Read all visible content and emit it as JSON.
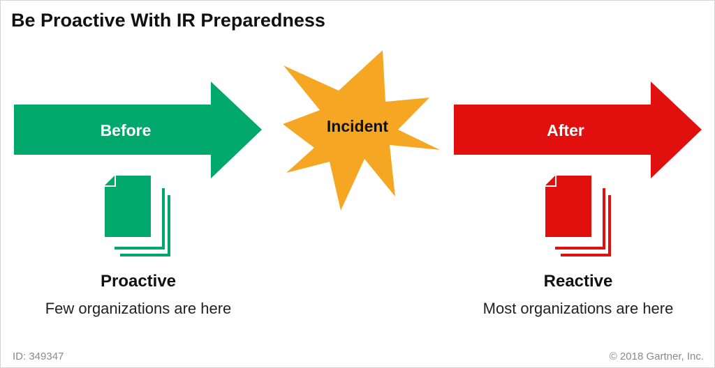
{
  "title": "Be Proactive With IR Preparedness",
  "before": {
    "label": "Before",
    "color": "#00a86b",
    "heading": "Proactive",
    "caption": "Few organizations are here",
    "icon": "document-stack-icon"
  },
  "incident": {
    "label": "Incident",
    "color": "#f5a623"
  },
  "after": {
    "label": "After",
    "color": "#e20f0f",
    "heading": "Reactive",
    "caption": "Most organizations are here",
    "icon": "document-stack-icon"
  },
  "footer": {
    "id": "ID: 349347",
    "copyright": "© 2018 Gartner, Inc."
  }
}
